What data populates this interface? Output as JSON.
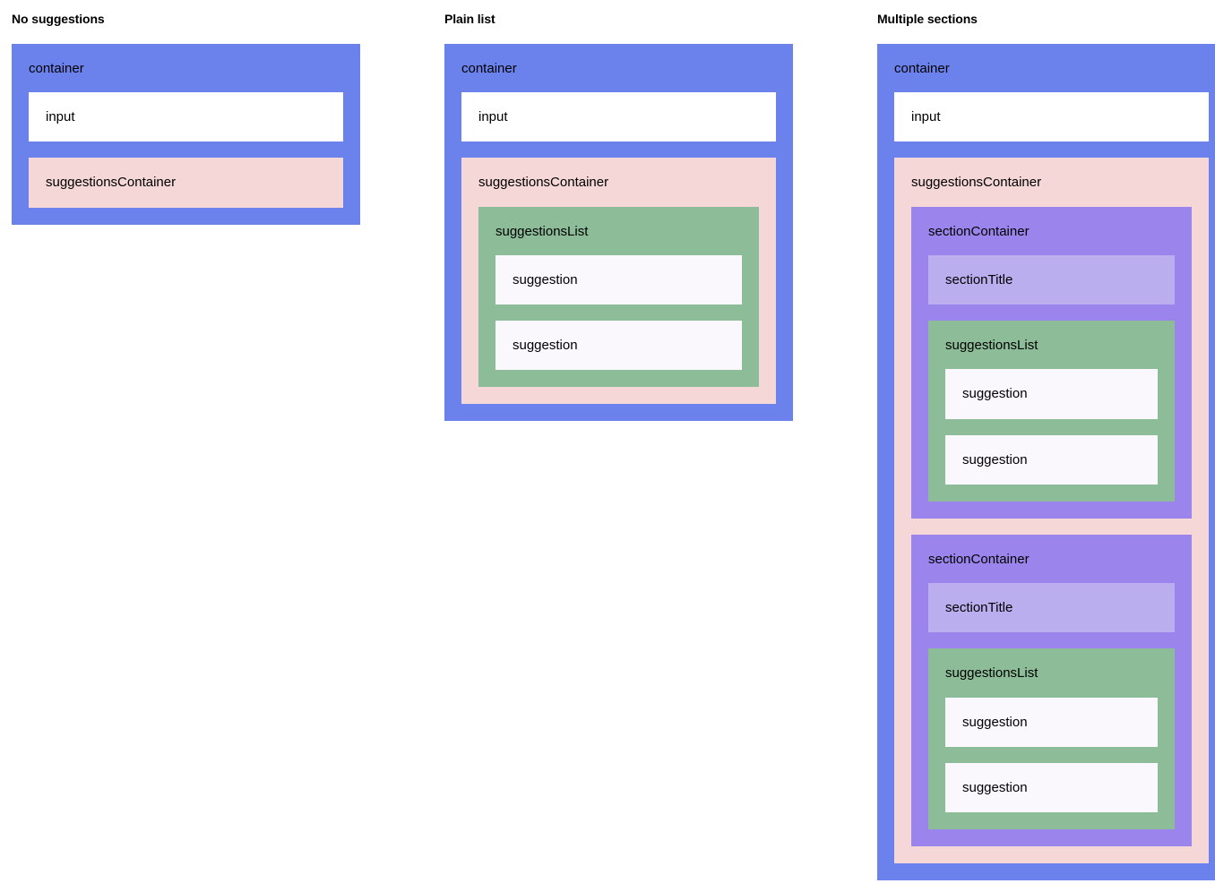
{
  "palette": {
    "container": "#6b82ec",
    "input": "#ffffff",
    "suggestionsContainer": "#f4d7d6",
    "suggestionsList": "#8cbd98",
    "suggestion": "#faf7fd",
    "sectionContainer": "#9b85ec",
    "sectionTitle": "#bbaeee",
    "page_background": "#ffffff",
    "text": "#000000"
  },
  "labels": {
    "container": "container",
    "input": "input",
    "suggestionsContainer": "suggestionsContainer",
    "suggestionsList": "suggestionsList",
    "suggestion": "suggestion",
    "sectionContainer": "sectionContainer",
    "sectionTitle": "sectionTitle"
  },
  "columns": [
    {
      "heading": "No suggestions",
      "container_label": "container",
      "input_label": "input",
      "suggestions_container_label": "suggestionsContainer"
    },
    {
      "heading": "Plain list",
      "container_label": "container",
      "input_label": "input",
      "suggestions_container_label": "suggestionsContainer",
      "suggestions_list_label": "suggestionsList",
      "suggestions": [
        "suggestion",
        "suggestion"
      ]
    },
    {
      "heading": "Multiple sections",
      "container_label": "container",
      "input_label": "input",
      "suggestions_container_label": "suggestionsContainer",
      "sections": [
        {
          "section_container_label": "sectionContainer",
          "section_title_label": "sectionTitle",
          "suggestions_list_label": "suggestionsList",
          "suggestions": [
            "suggestion",
            "suggestion"
          ]
        },
        {
          "section_container_label": "sectionContainer",
          "section_title_label": "sectionTitle",
          "suggestions_list_label": "suggestionsList",
          "suggestions": [
            "suggestion",
            "suggestion"
          ]
        }
      ]
    }
  ]
}
